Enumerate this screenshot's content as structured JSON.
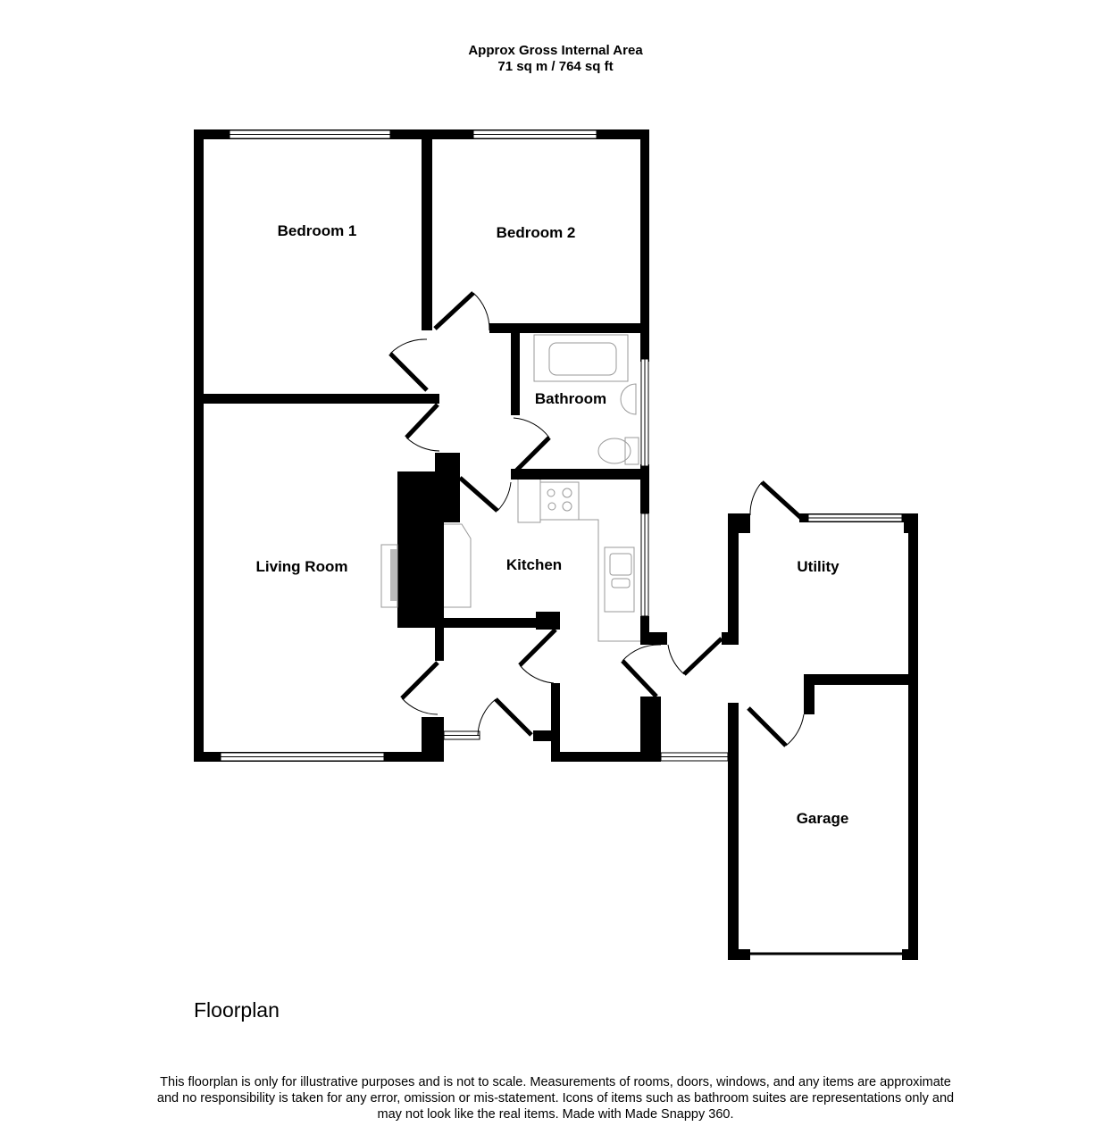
{
  "header": {
    "title": "Approx Gross Internal Area",
    "area": "71 sq m / 764 sq ft"
  },
  "rooms": {
    "bedroom1": "Bedroom 1",
    "bedroom2": "Bedroom 2",
    "bathroom": "Bathroom",
    "living_room": "Living Room",
    "kitchen": "Kitchen",
    "utility": "Utility",
    "garage": "Garage"
  },
  "floor_label": "Floorplan",
  "disclaimer": {
    "line1": "This floorplan is only for illustrative purposes and is not to scale. Measurements of rooms, doors, windows, and any items are approximate",
    "line2": "and no responsibility is taken for any error, omission or mis-statement. Icons of items such as bathroom suites are representations only and",
    "line3": "may not look like the real items. Made with Made Snappy 360."
  }
}
